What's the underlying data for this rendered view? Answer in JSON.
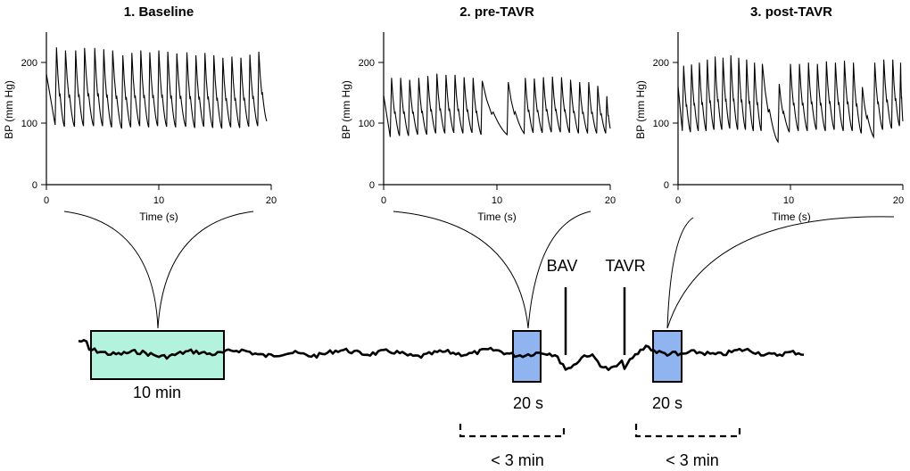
{
  "figure": {
    "panels": [
      {
        "title": "1. Baseline",
        "xlabel": "Time (s)",
        "ylabel": "BP (mm Hg)",
        "xticks": [
          "0",
          "10",
          "20"
        ],
        "yticks": [
          "0",
          "100",
          "200"
        ]
      },
      {
        "title": "2. pre-TAVR",
        "xlabel": "Time (s)",
        "ylabel": "BP (mm Hg)",
        "xticks": [
          "0",
          "10",
          "20"
        ],
        "yticks": [
          "0",
          "100",
          "200"
        ]
      },
      {
        "title": "3. post-TAVR",
        "xlabel": "Time (s)",
        "ylabel": "BP (mm Hg)",
        "xticks": [
          "0",
          "10",
          "20"
        ],
        "yticks": [
          "0",
          "100",
          "200"
        ]
      }
    ],
    "markers": {
      "bav": "BAV",
      "tavr": "TAVR"
    },
    "windows": {
      "baseline": "10 min",
      "pre": "20 s",
      "post": "20 s"
    },
    "intervals": {
      "pre": "< 3 min",
      "post": "< 3 min"
    },
    "colors": {
      "baseline_box": "#b3f2dc",
      "window_box": "#8fb4f0",
      "line": "#000000"
    }
  },
  "chart_data": [
    {
      "type": "line",
      "title": "1. Baseline",
      "xlabel": "Time (s)",
      "ylabel": "BP (mm Hg)",
      "xlim": [
        0,
        20
      ],
      "ylim": [
        0,
        250
      ],
      "beats": [
        {
          "t": 0.9,
          "sys": 225,
          "dia": 98
        },
        {
          "t": 1.7,
          "sys": 220,
          "dia": 95
        },
        {
          "t": 2.6,
          "sys": 220,
          "dia": 95
        },
        {
          "t": 3.4,
          "sys": 224,
          "dia": 96
        },
        {
          "t": 4.3,
          "sys": 224,
          "dia": 96
        },
        {
          "t": 5.1,
          "sys": 222,
          "dia": 96
        },
        {
          "t": 5.9,
          "sys": 220,
          "dia": 94
        },
        {
          "t": 6.8,
          "sys": 212,
          "dia": 92
        },
        {
          "t": 7.6,
          "sys": 216,
          "dia": 94
        },
        {
          "t": 8.4,
          "sys": 220,
          "dia": 96
        },
        {
          "t": 9.2,
          "sys": 217,
          "dia": 94
        },
        {
          "t": 10.0,
          "sys": 220,
          "dia": 96
        },
        {
          "t": 10.8,
          "sys": 218,
          "dia": 95
        },
        {
          "t": 11.6,
          "sys": 215,
          "dia": 94
        },
        {
          "t": 12.5,
          "sys": 217,
          "dia": 95
        },
        {
          "t": 13.3,
          "sys": 212,
          "dia": 93
        },
        {
          "t": 14.1,
          "sys": 216,
          "dia": 95
        },
        {
          "t": 14.9,
          "sys": 212,
          "dia": 93
        },
        {
          "t": 15.7,
          "sys": 208,
          "dia": 92
        },
        {
          "t": 16.5,
          "sys": 210,
          "dia": 94
        },
        {
          "t": 17.3,
          "sys": 208,
          "dia": 93
        },
        {
          "t": 18.1,
          "sys": 213,
          "dia": 95
        },
        {
          "t": 18.9,
          "sys": 218,
          "dia": 96
        }
      ]
    },
    {
      "type": "line",
      "title": "2. pre-TAVR",
      "xlabel": "Time (s)",
      "ylabel": "BP (mm Hg)",
      "xlim": [
        0,
        20
      ],
      "ylim": [
        0,
        250
      ],
      "beats": [
        {
          "t": 0.7,
          "sys": 175,
          "dia": 78
        },
        {
          "t": 1.5,
          "sys": 175,
          "dia": 80
        },
        {
          "t": 2.3,
          "sys": 172,
          "dia": 80
        },
        {
          "t": 3.1,
          "sys": 175,
          "dia": 82
        },
        {
          "t": 3.9,
          "sys": 178,
          "dia": 82
        },
        {
          "t": 4.7,
          "sys": 182,
          "dia": 84
        },
        {
          "t": 5.5,
          "sys": 180,
          "dia": 84
        },
        {
          "t": 6.3,
          "sys": 180,
          "dia": 85
        },
        {
          "t": 7.1,
          "sys": 176,
          "dia": 84
        },
        {
          "t": 7.9,
          "sys": 175,
          "dia": 85
        },
        {
          "t": 8.7,
          "sys": 170,
          "dia": 82
        },
        {
          "t": 11.0,
          "sys": 168,
          "dia": 82
        },
        {
          "t": 12.5,
          "sys": 175,
          "dia": 84
        },
        {
          "t": 13.3,
          "sys": 174,
          "dia": 85
        },
        {
          "t": 14.1,
          "sys": 176,
          "dia": 85
        },
        {
          "t": 14.9,
          "sys": 177,
          "dia": 86
        },
        {
          "t": 15.7,
          "sys": 176,
          "dia": 86
        },
        {
          "t": 16.5,
          "sys": 172,
          "dia": 85
        },
        {
          "t": 17.3,
          "sys": 168,
          "dia": 84
        },
        {
          "t": 18.1,
          "sys": 168,
          "dia": 84
        },
        {
          "t": 18.9,
          "sys": 162,
          "dia": 84
        },
        {
          "t": 19.7,
          "sys": 145,
          "dia": 84
        }
      ]
    },
    {
      "type": "line",
      "title": "3. post-TAVR",
      "xlabel": "Time (s)",
      "ylabel": "BP (mm Hg)",
      "xlim": [
        0,
        20
      ],
      "ylim": [
        0,
        250
      ],
      "beats": [
        {
          "t": 0.5,
          "sys": 195,
          "dia": 88
        },
        {
          "t": 1.2,
          "sys": 197,
          "dia": 86
        },
        {
          "t": 1.9,
          "sys": 200,
          "dia": 88
        },
        {
          "t": 2.6,
          "sys": 205,
          "dia": 88
        },
        {
          "t": 3.3,
          "sys": 210,
          "dia": 90
        },
        {
          "t": 4.0,
          "sys": 208,
          "dia": 90
        },
        {
          "t": 4.7,
          "sys": 212,
          "dia": 92
        },
        {
          "t": 5.4,
          "sys": 208,
          "dia": 90
        },
        {
          "t": 6.1,
          "sys": 205,
          "dia": 90
        },
        {
          "t": 6.8,
          "sys": 200,
          "dia": 88
        },
        {
          "t": 7.5,
          "sys": 198,
          "dia": 88
        },
        {
          "t": 9.0,
          "sys": 165,
          "dia": 70
        },
        {
          "t": 10.0,
          "sys": 198,
          "dia": 86
        },
        {
          "t": 10.8,
          "sys": 198,
          "dia": 88
        },
        {
          "t": 11.6,
          "sys": 200,
          "dia": 88
        },
        {
          "t": 12.4,
          "sys": 198,
          "dia": 90
        },
        {
          "t": 13.2,
          "sys": 202,
          "dia": 88
        },
        {
          "t": 14.0,
          "sys": 200,
          "dia": 90
        },
        {
          "t": 14.8,
          "sys": 203,
          "dia": 88
        },
        {
          "t": 15.6,
          "sys": 200,
          "dia": 88
        },
        {
          "t": 16.4,
          "sys": 160,
          "dia": 84
        },
        {
          "t": 17.5,
          "sys": 200,
          "dia": 78
        },
        {
          "t": 18.3,
          "sys": 205,
          "dia": 90
        },
        {
          "t": 19.1,
          "sys": 205,
          "dia": 92
        },
        {
          "t": 19.8,
          "sys": 200,
          "dia": 96
        }
      ]
    }
  ]
}
